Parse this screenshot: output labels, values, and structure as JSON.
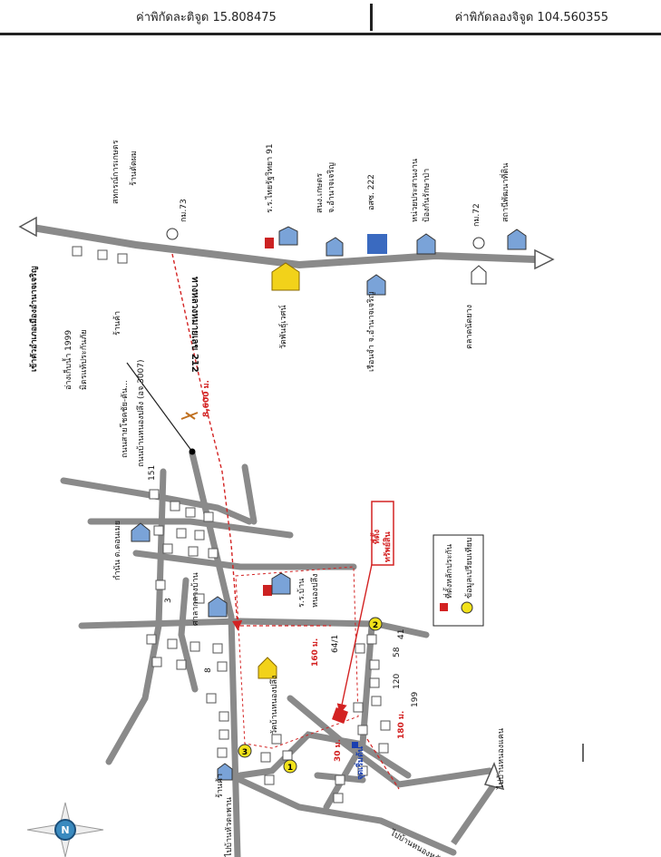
{
  "header": {
    "latitude_label": "ค่าพิกัดละติจูด 15.808475",
    "longitude_label": "ค่าพิกัดลองจิจูด 104.560355"
  },
  "labels": {
    "to_amnat_charoen": "เข้าตัวอำเภอเมืองอำนาจเจริญ",
    "road_212": "ทางหลวงหมายเลข 212",
    "chokchai_road": "ถนนสายโชคชัย-ดัน...",
    "school_91": "ร.ร.ไทยรัฐวิทยา 91",
    "km73": "กม.73",
    "km72": "กม.72",
    "shop_hair": "ร้านตัดผม",
    "agri_office": "สนง.เกษตร",
    "amnat_province": "จ.อำนาจเจริญ",
    "osk": "อสซ. 222",
    "forest_unit": "หน่วยประสานงาน",
    "forest_protect": "ป้องกันรักษาป่า",
    "rubber_market": "ตลาดนัดยาง",
    "temple_phra": "วัดพันธุ์เวศน์",
    "prison": "เรือนจำ จ.อำนาจเจริญ",
    "rubber_station": "สถานีพัฒนาที่ดิน",
    "nongplueng_road": "ถนนบ้านหนองปลึง (อจ.3007)",
    "school_village": "ร.ร.บ้าน",
    "school_village2": "หนองปลึง",
    "temple_village": "วัดบ้านหนองปลึง",
    "headman": "กำนัน ต.ดอนเมย",
    "market_center": "ศาลากลางบ้าน",
    "shop_dam": "ร้านค้า",
    "to_hua_taphan": "ไปบ้านหัวตะพาน",
    "to_nong_khae": "ไปบ้านหนองแคน",
    "to_don_mueang": "ไปบ้านหนองหลัก",
    "house_151": "151",
    "house_64_1": "64/1",
    "house_58": "58",
    "house_41": "41",
    "house_120": "120",
    "house_199": "199",
    "num_3a": "3",
    "num_8": "8",
    "num_3b": "3",
    "num_1": "1",
    "num_2": "2",
    "dist_8600": "8,600 ม.",
    "dist_160": "160 ม.",
    "dist_180": "180 ม.",
    "dist_30": "30 ม.",
    "plot_label": "ที่ตั้ง",
    "plot_label2": "ทรัพย์สิน",
    "blue_point": "จุดเริ่มต้น",
    "legend_red": "ที่ตั้งหลักประกัน",
    "legend_yellow": "ข้อมูลเปรียบเทียบ",
    "shop_coop": "สหกรณ์การเกษตร",
    "shop_misc": "มิตรแท้ประกันภัย",
    "shop_1999": "อ่างเก็บน้ำ 1999",
    "compass": "N"
  },
  "colors": {
    "road": "#8a8a8a",
    "red": "#d32222",
    "yellow": "#f2e21a",
    "blue": "#1a3fb0"
  }
}
